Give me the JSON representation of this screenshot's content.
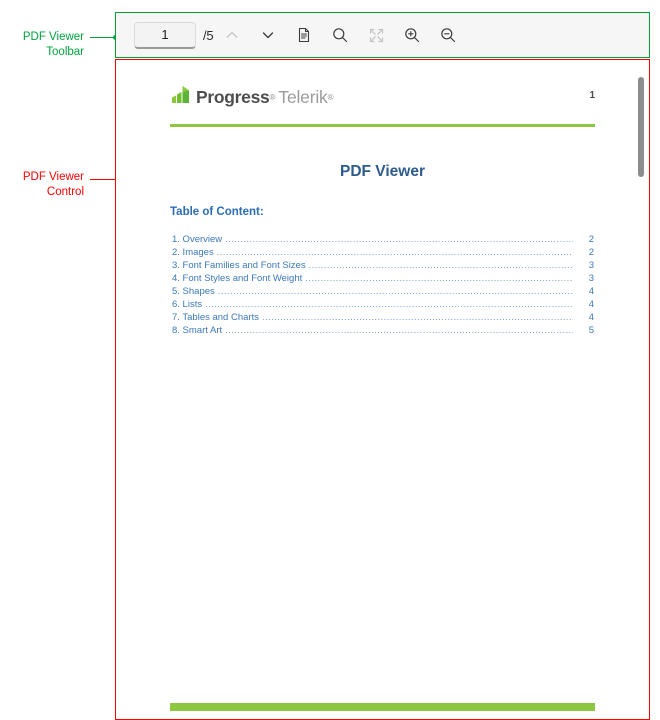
{
  "annotations": [
    {
      "id": "toolbar",
      "label": "PDF Viewer\nToolbar",
      "color": "#00A33E"
    },
    {
      "id": "control",
      "label": "PDF Viewer\nControl",
      "color": "#FF0000"
    }
  ],
  "toolbar": {
    "page_input_value": "1",
    "page_input_placeholder": "1",
    "page_count_label": "/5",
    "buttons": [
      {
        "name": "previous-page-button",
        "icon": "chevron-up-icon",
        "enabled": false
      },
      {
        "name": "next-page-button",
        "icon": "chevron-down-icon",
        "enabled": true
      },
      {
        "name": "toggle-selection-button",
        "icon": "document-icon",
        "enabled": true
      },
      {
        "name": "search-button",
        "icon": "search-icon",
        "enabled": true
      },
      {
        "name": "fit-to-width-button",
        "icon": "fit-to-width-icon",
        "enabled": false
      },
      {
        "name": "zoom-in-button",
        "icon": "zoom-in-icon",
        "enabled": true
      },
      {
        "name": "zoom-out-button",
        "icon": "zoom-out-icon",
        "enabled": true
      }
    ]
  },
  "document": {
    "logo": {
      "brand": "Progress",
      "product": "Telerik",
      "trademark": "®",
      "mark_color": "#72C02C"
    },
    "page_number": "1",
    "title": "PDF Viewer",
    "toc_heading": "Table of Content:",
    "toc": [
      {
        "label": "1. Overview",
        "page": "2"
      },
      {
        "label": "2. Images",
        "page": "2"
      },
      {
        "label": "3. Font Families and Font Sizes",
        "page": "3"
      },
      {
        "label": "4. Font Styles and Font Weight",
        "page": "3"
      },
      {
        "label": "5. Shapes",
        "page": "4"
      },
      {
        "label": "6. Lists",
        "page": "4"
      },
      {
        "label": "7. Tables and Charts",
        "page": "4"
      },
      {
        "label": "8. Smart Art",
        "page": "5"
      }
    ],
    "rule_color": "#8DC63F",
    "title_color": "#2E5B8C",
    "toc_link_color": "#3C79B8"
  }
}
